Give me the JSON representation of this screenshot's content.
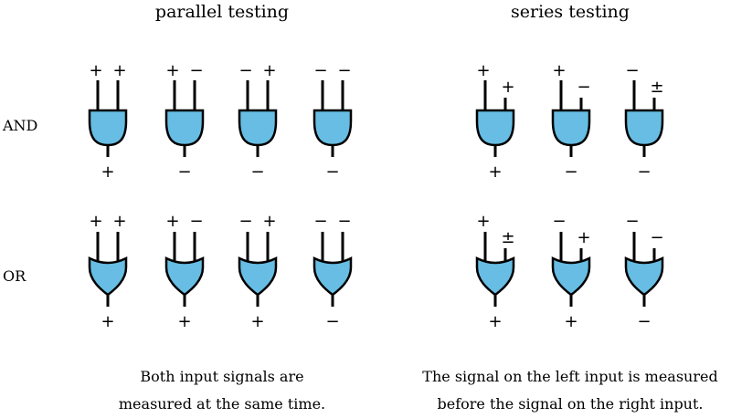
{
  "headings": {
    "parallel": "parallel testing",
    "series": "series testing"
  },
  "rows": {
    "and": "AND",
    "or": "OR"
  },
  "colors": {
    "gate_fill": "#67BDE3",
    "stroke": "#000000"
  },
  "gates": {
    "and_parallel": [
      {
        "in1": "+",
        "in2": "+",
        "out": "+"
      },
      {
        "in1": "+",
        "in2": "−",
        "out": "−"
      },
      {
        "in1": "−",
        "in2": "+",
        "out": "−"
      },
      {
        "in1": "−",
        "in2": "−",
        "out": "−"
      }
    ],
    "and_series": [
      {
        "in1": "+",
        "in2": "+",
        "out": "+"
      },
      {
        "in1": "+",
        "in2": "−",
        "out": "−"
      },
      {
        "in1": "−",
        "in2": "±",
        "out": "−"
      }
    ],
    "or_parallel": [
      {
        "in1": "+",
        "in2": "+",
        "out": "+"
      },
      {
        "in1": "+",
        "in2": "−",
        "out": "+"
      },
      {
        "in1": "−",
        "in2": "+",
        "out": "+"
      },
      {
        "in1": "−",
        "in2": "−",
        "out": "−"
      }
    ],
    "or_series": [
      {
        "in1": "+",
        "in2": "±",
        "out": "+"
      },
      {
        "in1": "−",
        "in2": "+",
        "out": "+"
      },
      {
        "in1": "−",
        "in2": "−",
        "out": "−"
      }
    ]
  },
  "captions": {
    "parallel": [
      "Both input signals are",
      "measured at the same time."
    ],
    "series": [
      "The signal on the left input is measured",
      "before the signal on the right input."
    ]
  }
}
